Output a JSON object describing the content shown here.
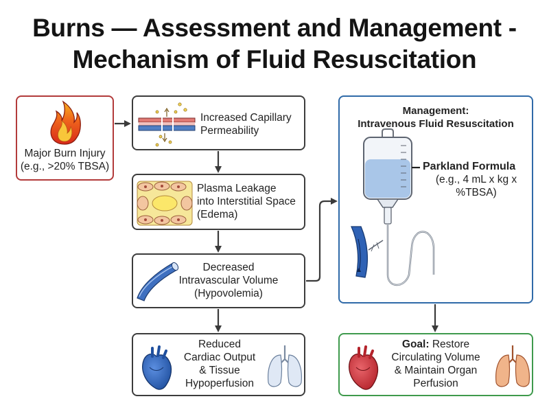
{
  "title": {
    "line1": "Burns — Assessment and Management -",
    "line2": "Mechanism of Fluid Resuscitation"
  },
  "boxes": {
    "burn": {
      "line1": "Major Burn Injury",
      "line2": "(e.g., >20% TBSA)",
      "icon": "flame-icon",
      "border_color": "#b23a3a"
    },
    "capillary": {
      "line1": "Increased Capillary",
      "line2": "Permeability",
      "icon": "capillary-icon"
    },
    "plasma": {
      "line1": "Plasma Leakage",
      "line2": "into Interstitial Space",
      "line3": "(Edema)",
      "icon": "tissue-cells-icon"
    },
    "volume": {
      "line1": "Decreased",
      "line2": "Intravascular Volume",
      "line3": "(Hypovolemia)",
      "icon": "vessel-icon"
    },
    "cardiac": {
      "line1": "Reduced",
      "line2": "Cardiac Output",
      "line3": "& Tissue",
      "line4": "Hypoperfusion",
      "icons": [
        "heart-icon",
        "lungs-icon"
      ]
    },
    "management": {
      "title1": "Management:",
      "title2": "Intravenous Fluid Resuscitation",
      "formula_title": "Parkland Formula",
      "formula_line1": "(e.g., 4 mL x kg x",
      "formula_line2": "%TBSA)",
      "icon": "iv-bag-icon",
      "border_color": "#2f6aa8"
    },
    "goal": {
      "bold": "Goal:",
      "line1_rest": " Restore",
      "line2": "Circulating Volume",
      "line3": "& Maintain Organ",
      "line4": "Perfusion",
      "icons": [
        "heart-icon",
        "lungs-icon"
      ],
      "border_color": "#3e9a4c"
    }
  },
  "colors": {
    "arrow": "#3a3a3a",
    "flame": "#e85a1c",
    "heart_blue": "#2b5fb5",
    "heart_red": "#c8333a",
    "iv_fluid": "#a9c6e8"
  }
}
